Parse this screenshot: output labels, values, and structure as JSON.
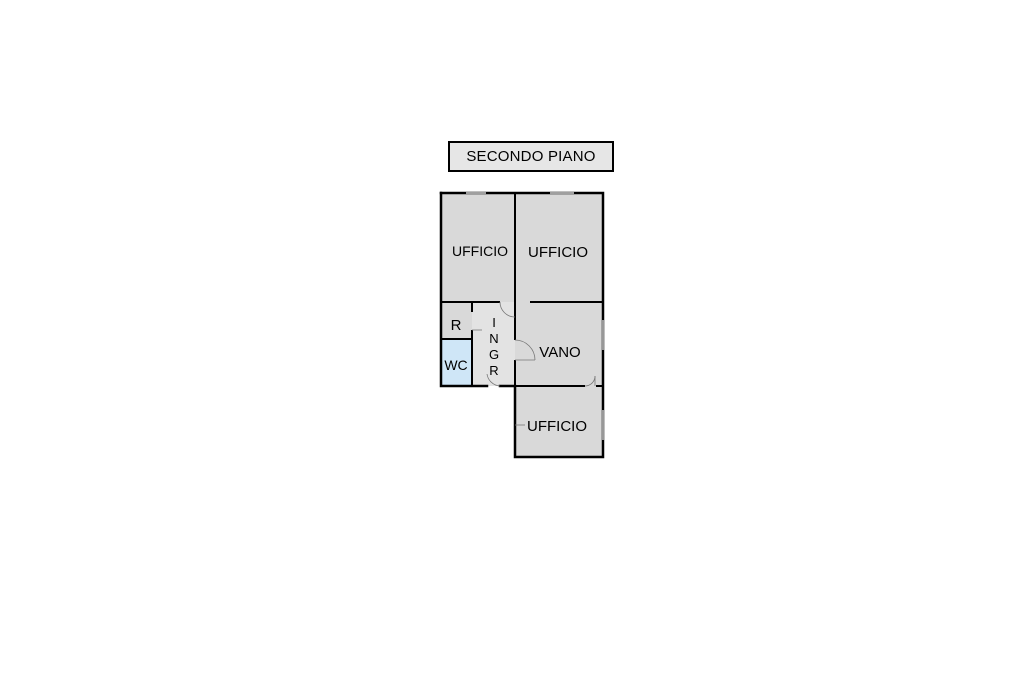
{
  "floor_title": "SECONDO PIANO",
  "rooms": {
    "ufficio_top_left": "UFFICIO",
    "ufficio_top_right": "UFFICIO",
    "ripostiglio": "R",
    "wc": "WC",
    "ingresso": [
      "I",
      "N",
      "G",
      "R"
    ],
    "vano": "VANO",
    "ufficio_bottom": "UFFICIO"
  },
  "colors": {
    "room_fill": "#d9d9d9",
    "wc_fill": "#cfe6f7",
    "wall": "#000000",
    "ingresso_fill": "#e3e3e3"
  }
}
